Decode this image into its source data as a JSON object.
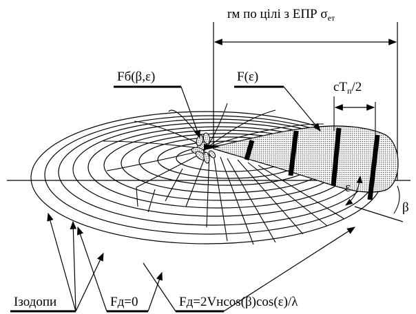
{
  "labels": {
    "range_label": "rм  по цілі з ЕПР σ",
    "range_sub": "ет",
    "backlobe": "Fб(β,ε)",
    "mainlobe": "F(ε)",
    "pulse_main": "cT",
    "pulse_sub": "п",
    "pulse_tail": "/2",
    "epsilon": "ε",
    "beta": "β",
    "isodops": "Ізодопи",
    "fd_zero": "Fд=0",
    "fd_formula": "Fд=2Vнcos(β)cos(ε)/λ"
  },
  "colors": {
    "ink": "#000000",
    "beam_fill": "#c8c8c8"
  }
}
